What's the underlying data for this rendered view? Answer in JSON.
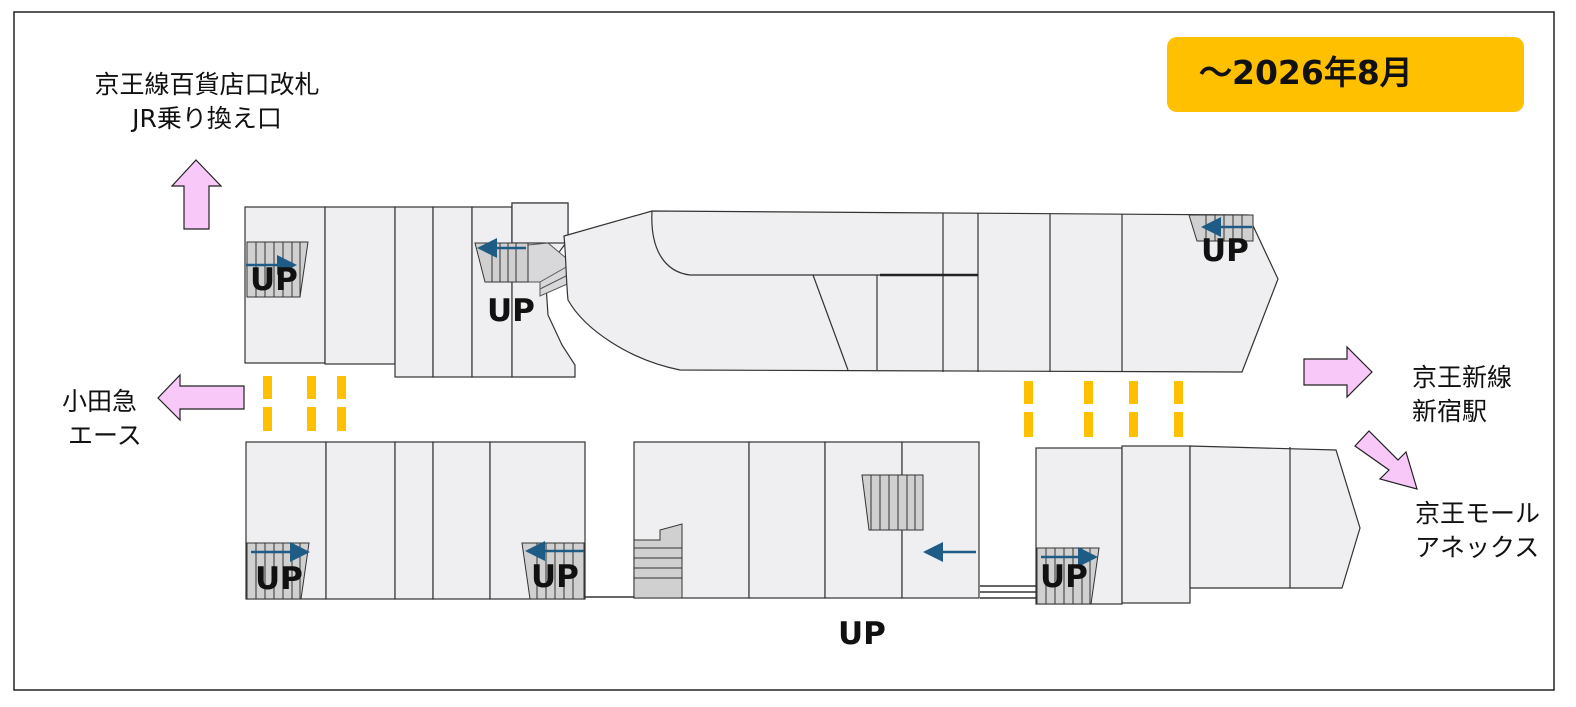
{
  "period_badge": {
    "text": "～2026年8月",
    "color": "#FFC000"
  },
  "destinations": {
    "keio_dept": {
      "line1": "京王線百貨店口改札",
      "line2": "JR乗り換え口",
      "icon": "arrow-up-icon"
    },
    "odakyu_ace": {
      "line1": "小田急",
      "line2": "エース",
      "icon": "arrow-left-icon"
    },
    "keio_new_line": {
      "line1": "京王新線",
      "line2": "新宿駅",
      "icon": "arrow-right-icon"
    },
    "keio_mall_annex": {
      "line1": "京王モール",
      "line2": "アネックス",
      "icon": "arrow-down-right-icon"
    }
  },
  "stair_labels": [
    "UP",
    "UP",
    "UP",
    "UP",
    "UP",
    "UP",
    "UP"
  ],
  "colors": {
    "block_fill": "#EFEFF1",
    "stair_fill": "#D0D0D0",
    "arrow_pink": "#F8C8F8",
    "direction_arrow": "#1F5C85",
    "gate_yellow": "#FFC000"
  }
}
